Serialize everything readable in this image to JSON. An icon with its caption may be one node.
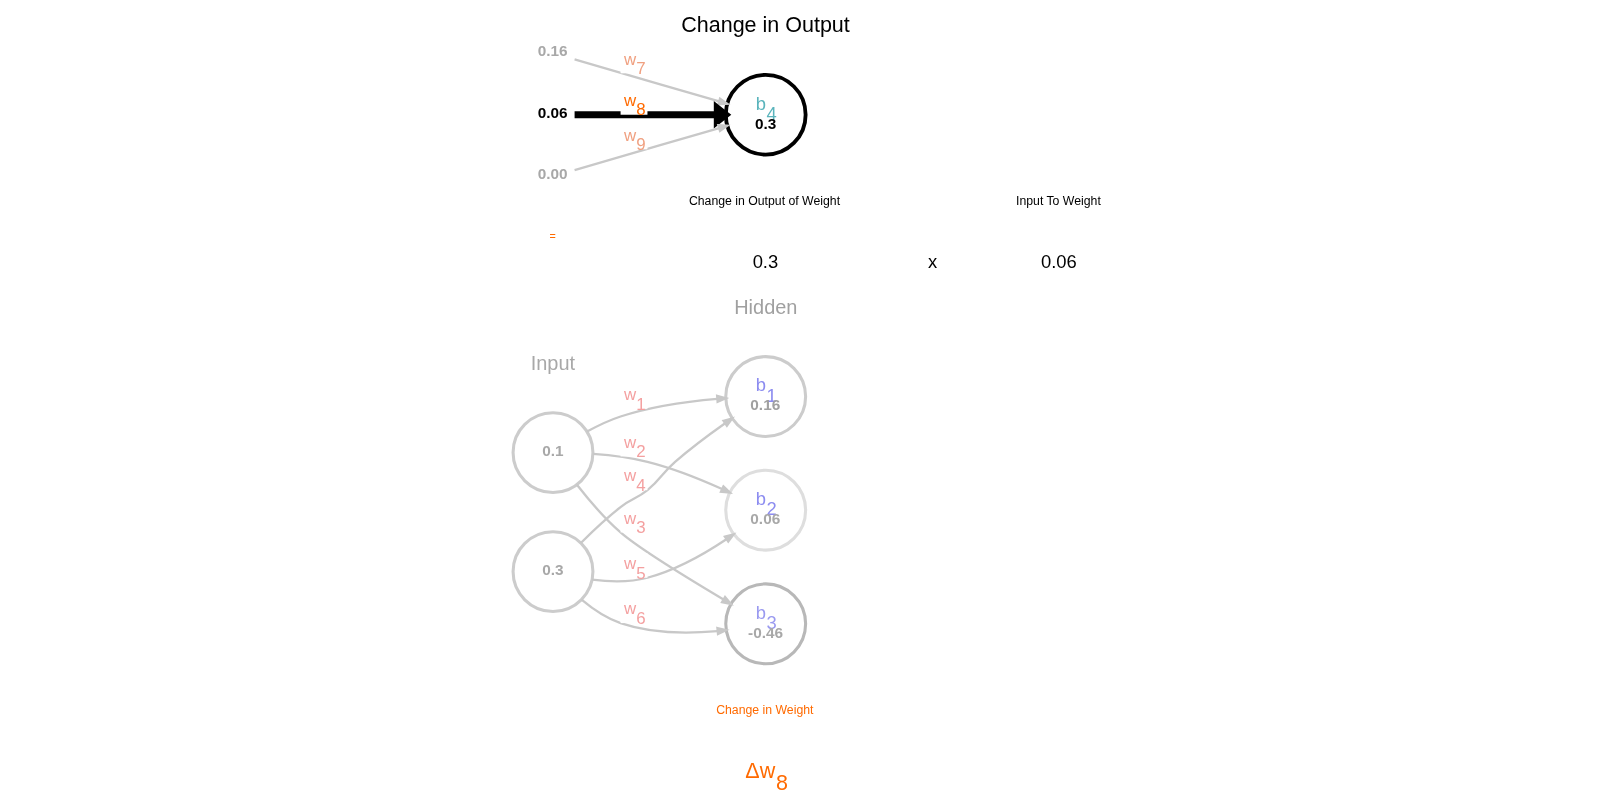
{
  "diagram": {
    "nodes": [
      {
        "text": [
          "0.1"
        ]
      },
      {
        "text": [
          "0.3"
        ]
      },
      {
        "text": [
          "b$_{1}$",
          "0.16"
        ]
      },
      {
        "text": [
          "b$_{2}$",
          "0.06"
        ]
      },
      {
        "text": [
          "b$_{3}$",
          "-0.46"
        ]
      },
      {
        "text": [
          "0.16"
        ]
      },
      {
        "text": [
          "0.06"
        ]
      },
      {
        "text": [
          "0.00"
        ]
      },
      {
        "text": [
          "b$_{4}$",
          "0.3"
        ],
        "beside": [
          "Change in Output"
        ]
      }
    ],
    "edges": [
      {
        "from": 0,
        "to": 2,
        "arrow": "to",
        "label": "w$_{1}$"
      },
      {
        "from": 0,
        "to": 3,
        "arrow": "to",
        "label": "w$_{2}$"
      },
      {
        "from": 0,
        "to": 4,
        "arrow": "to",
        "label": "w$_{3}$"
      },
      {
        "from": 1,
        "to": 2,
        "arrow": "to",
        "label": "w$_{4}$"
      },
      {
        "from": 1,
        "to": 3,
        "arrow": "to",
        "label": "w$_{5}$"
      },
      {
        "from": 1,
        "to": 4,
        "arrow": "to",
        "label": "w$_{6}$"
      },
      {
        "from": 5,
        "to": 8,
        "arrow": "to",
        "label": "w$_{7}$"
      },
      {
        "from": 6,
        "to": 8,
        "arrow": "to",
        "label": "w$_{8}$",
        "style": "thick",
        "color": "#000000"
      },
      {
        "from": 7,
        "to": 8,
        "arrow": "to",
        "label": "w$_{9}$"
      }
    ],
    "labels": [
      "Input",
      "Hidden",
      "Change in Weight",
      "Change in Output of Weight",
      "Input To Weight",
      "Δw$_{8}$",
      "=",
      "0.3",
      "x",
      "0.06"
    ]
  }
}
